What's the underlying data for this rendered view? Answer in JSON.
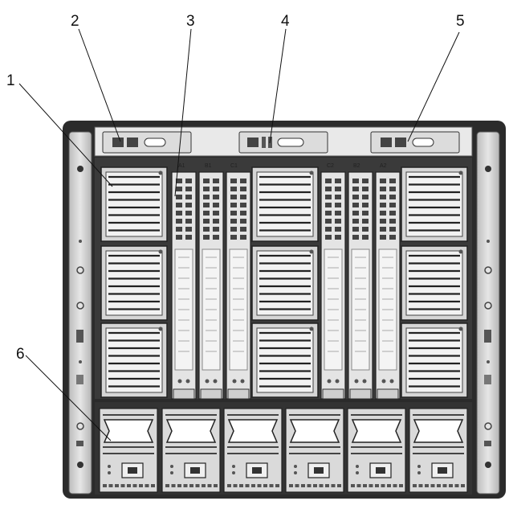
{
  "callouts": [
    {
      "id": "1",
      "target": "fan-module"
    },
    {
      "id": "2",
      "target": "cmc-module-left"
    },
    {
      "id": "3",
      "target": "io-module"
    },
    {
      "id": "4",
      "target": "ikvm-module"
    },
    {
      "id": "5",
      "target": "cmc-module-right"
    },
    {
      "id": "6",
      "target": "power-supply"
    }
  ],
  "slot_labels": {
    "left": [
      "A1",
      "B1",
      "C1"
    ],
    "right": [
      "C2",
      "B2",
      "A2"
    ]
  },
  "fan_count": 9,
  "io_module_count": 6,
  "psu_count": 6,
  "colors": {
    "chassis": "#2b2b2b",
    "panel": "#cfcfcf",
    "module": "#dcdcdc",
    "line": "#111111"
  }
}
